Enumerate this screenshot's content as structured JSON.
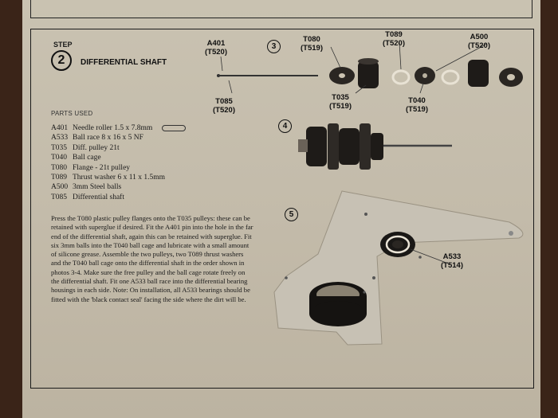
{
  "step": {
    "label": "STEP",
    "number": "2",
    "title": "DIFFERENTIAL SHAFT"
  },
  "parts_used": {
    "heading": "PARTS USED",
    "items": [
      {
        "code": "A401",
        "desc": "Needle roller 1.5 x 7.8mm"
      },
      {
        "code": "A533",
        "desc": "Ball race 8 x 16 x 5 NF"
      },
      {
        "code": "T035",
        "desc": "Diff. pulley 21t"
      },
      {
        "code": "T040",
        "desc": "Ball cage"
      },
      {
        "code": "T080",
        "desc": "Flange - 21t pulley"
      },
      {
        "code": "T089",
        "desc": "Thrust washer 6 x 11 x 1.5mm"
      },
      {
        "code": "A500",
        "desc": "3mm Steel balls"
      },
      {
        "code": "T085",
        "desc": "Differential shaft"
      }
    ]
  },
  "instructions": "Press the T080 plastic pulley flanges onto the T035 pulleys: these can be retained with superglue if desired. Fit the A401 pin into the hole in the far end of the differential shaft, again this can be retained with superglue. Fit six 3mm balls into the T040 ball cage and lubricate with a small amount of silicone grease. Assemble the two pulleys, two T089 thrust washers and the T040 ball cage onto the differential shaft in the order shown in photos 3-4. Make sure the free pulley and the ball cage rotate freely on the differential shaft. Fit one A533 ball race into the differential bearing housings in each side. Note: On installation, all A533 bearings should be fitted with the 'black contact seal' facing the side where the dirt will be.",
  "photo_labels": {
    "a401": {
      "code": "A401",
      "ref": "(T520)"
    },
    "t085": {
      "code": "T085",
      "ref": "(T520)"
    },
    "t080": {
      "code": "T080",
      "ref": "(T519)"
    },
    "t089": {
      "code": "T089",
      "ref": "(T520)"
    },
    "a500": {
      "code": "A500",
      "ref": "(T520)"
    },
    "t035": {
      "code": "T035",
      "ref": "(T519)"
    },
    "t040": {
      "code": "T040",
      "ref": "(T519)"
    },
    "a533": {
      "code": "A533",
      "ref": "(T514)"
    }
  },
  "photo_numbers": {
    "p3": "3",
    "p4": "4",
    "p5": "5"
  }
}
